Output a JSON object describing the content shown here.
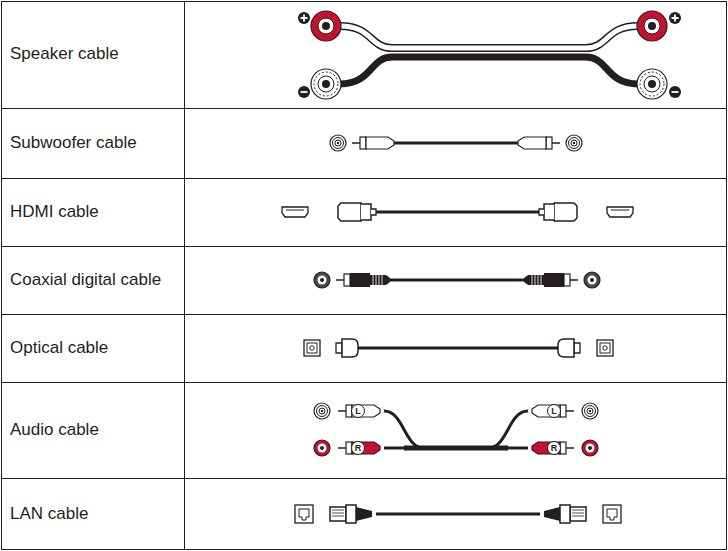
{
  "diagram": {
    "labels": [
      "Speaker cable",
      "Subwoofer cable",
      "HDMI cable",
      "Coaxial digital cable",
      "Optical cable",
      "Audio cable",
      "L",
      "R",
      "L",
      "R",
      "LAN cable"
    ]
  }
}
